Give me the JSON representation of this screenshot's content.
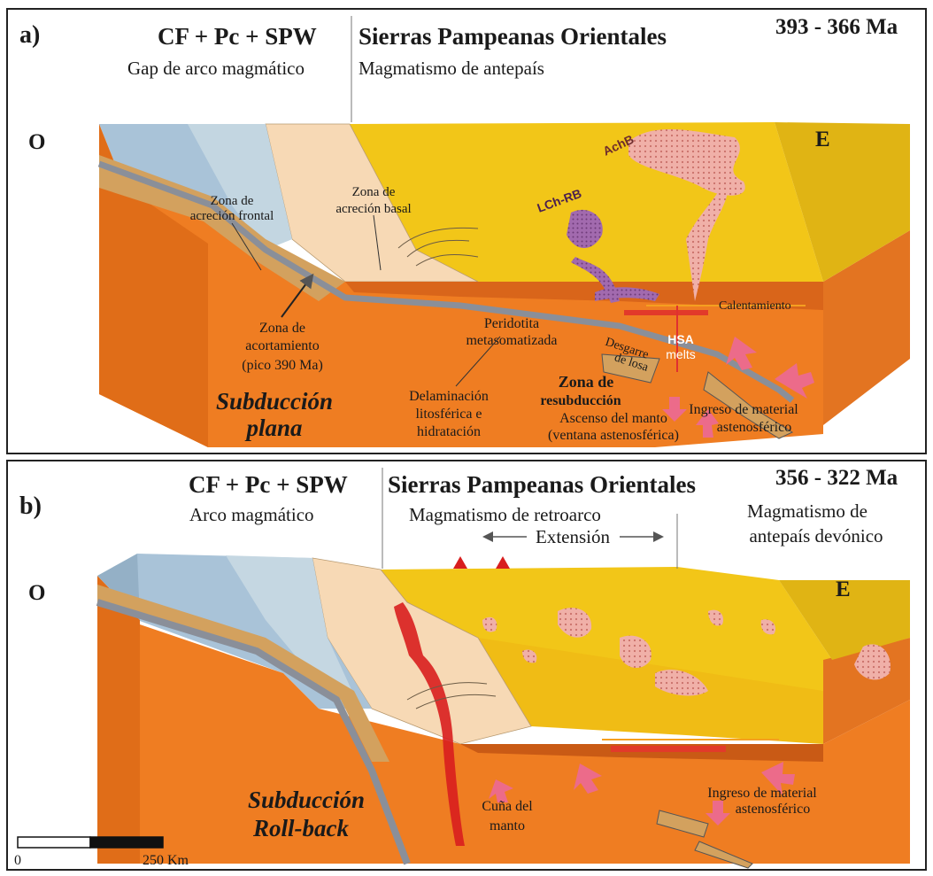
{
  "panel_a": {
    "label": "a)",
    "age": "393 - 366 Ma",
    "header_left": "CF + Pc + SPW",
    "sub_left": "Gap de arco magmático",
    "header_right": "Sierras Pampeanas Orientales",
    "sub_right": "Magmatismo de antepaís",
    "west": "O",
    "east": "E",
    "labels": {
      "achb": "AchB",
      "lchrb": "LCh-RB",
      "zona_frontal_1": "Zona de",
      "zona_frontal_2": "acreción frontal",
      "zona_basal_1": "Zona de",
      "zona_basal_2": "acreción basal",
      "acort_1": "Zona de",
      "acort_2": "acortamiento",
      "acort_3": "(pico 390 Ma)",
      "perid_1": "Peridotita",
      "perid_2": "metasomatizada",
      "calent": "Calentamiento",
      "desg_1": "Desgarre",
      "desg_2": "de losa",
      "hsa_1": "HSA",
      "hsa_2": "melts",
      "sub_1": "Subducción",
      "sub_2": "plana",
      "delam_1": "Delaminación",
      "delam_2": "litosférica e",
      "delam_3": "hidratación",
      "resub_1": "Zona de",
      "resub_2": "resubducción",
      "asc_1": "Ascenso del manto",
      "asc_2": "(ventana astenosférica)",
      "ingreso_1": "Ingreso de material",
      "ingreso_2": "astenosférico"
    }
  },
  "panel_b": {
    "label": "b)",
    "age": "356 - 322 Ma",
    "header_left": "CF + Pc + SPW",
    "sub_left": "Arco magmático",
    "header_right": "Sierras Pampeanas Orientales",
    "sub_right": "Magmatismo de retroarco",
    "far_right_1": "Magmatismo de",
    "far_right_2": "antepaís devónico",
    "extension": "Extensión",
    "west": "O",
    "east": "E",
    "labels": {
      "sub_1": "Subducción",
      "sub_2": "Roll-back",
      "cuna_1": "Cuña del",
      "cuna_2": "manto",
      "ingreso_1": "Ingreso de material",
      "ingreso_2": "astenosférico"
    },
    "scale_zero": "0",
    "scale_end": "250 Km"
  },
  "colors": {
    "crust_yellow": "#f2c618",
    "mantle_orange": "#ef7d22",
    "deep_orange": "#d9651a",
    "accretion_peach": "#f7d9b5",
    "ocean_blue": "#a9c3d8",
    "slab_gray": "#8a8f99",
    "magma_pink": "#f0a6a0",
    "magma_purple": "#9b5fa6",
    "magma_red": "#d81e1e",
    "arrow_pink": "#ec6b8a"
  }
}
